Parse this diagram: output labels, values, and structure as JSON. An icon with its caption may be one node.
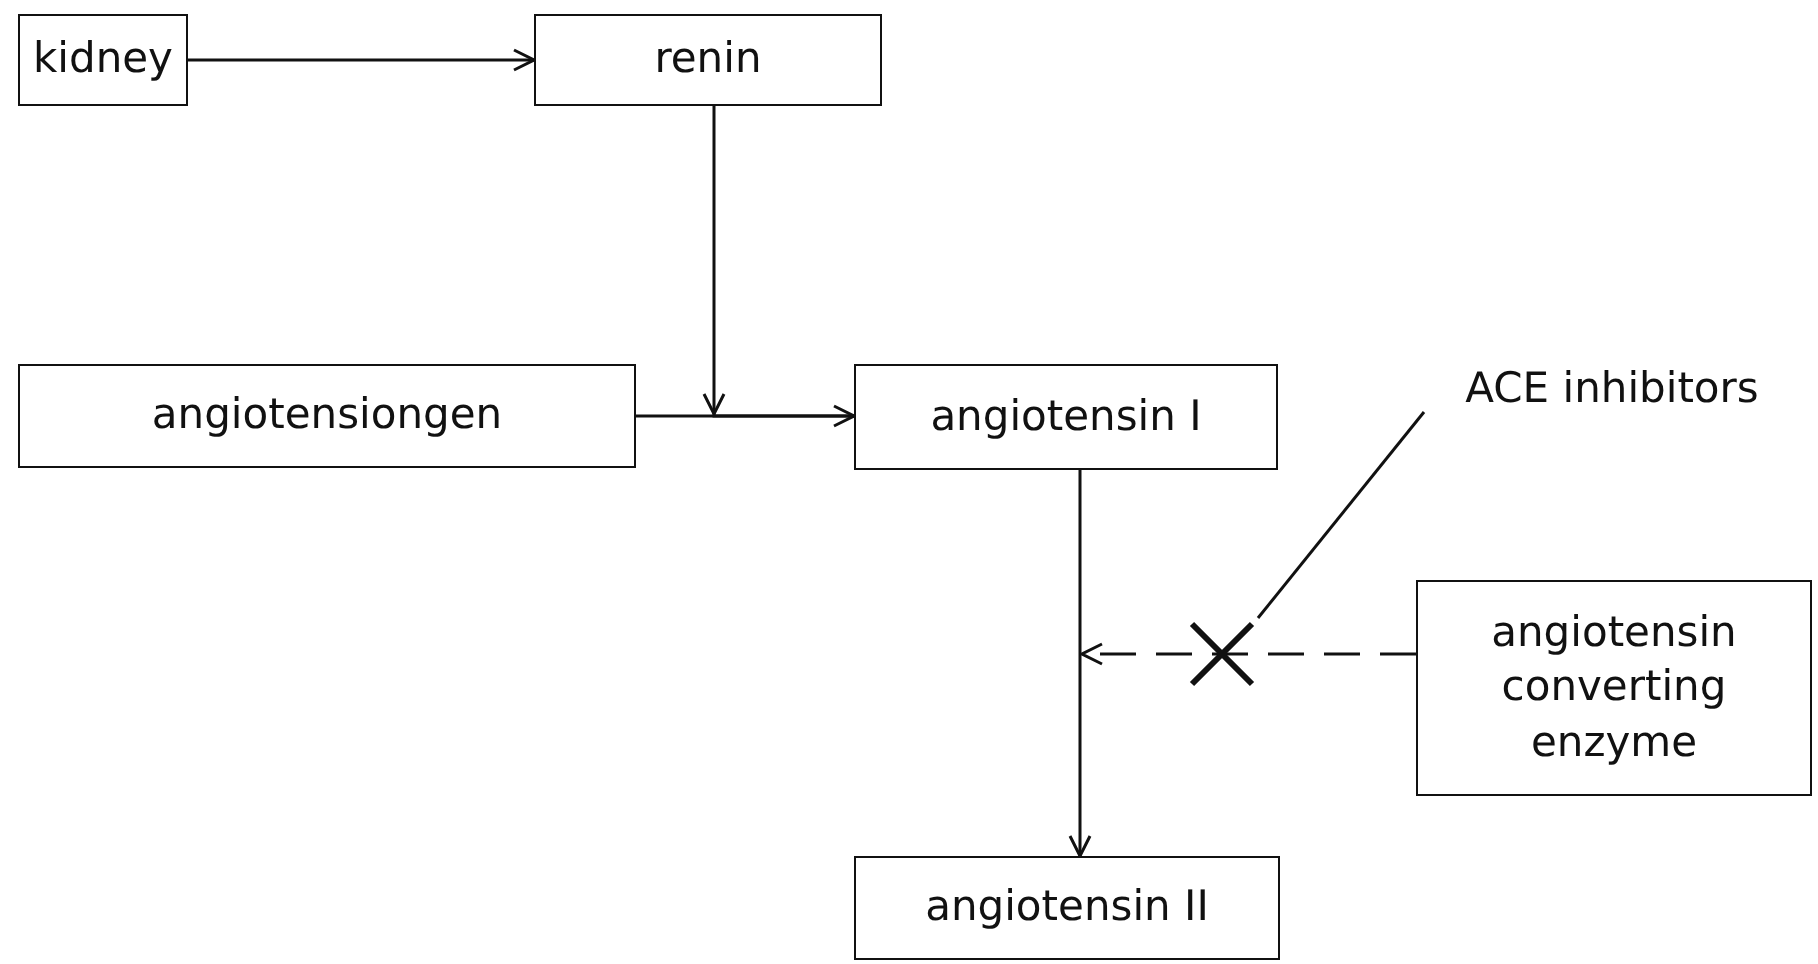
{
  "diagram": {
    "nodes": [
      {
        "text": [
          "kidney"
        ]
      },
      {
        "text": [
          "renin"
        ]
      },
      {
        "text": [
          "angiotensiongen"
        ]
      },
      {
        "text": [
          "angiotensin I"
        ]
      },
      {
        "text": [
          "ACE inhibitors"
        ]
      },
      {
        "text": [
          "angiotensin converting enzyme"
        ]
      },
      {
        "text": [],
        "shape": "cross"
      },
      {
        "text": [
          "angiotensin II"
        ]
      }
    ],
    "edges": [
      {
        "from": 0,
        "to": 1,
        "arrow": "to"
      },
      {
        "from": 1,
        "to": 3,
        "arrow": "to"
      },
      {
        "from": 2,
        "to": 3,
        "arrow": "to"
      },
      {
        "from": 3,
        "to": 7,
        "arrow": "to"
      },
      {
        "from": 5,
        "to": null,
        "arrow": "to",
        "style": "dashed"
      },
      {
        "from": 4,
        "to": 6,
        "arrow": "none"
      }
    ]
  }
}
